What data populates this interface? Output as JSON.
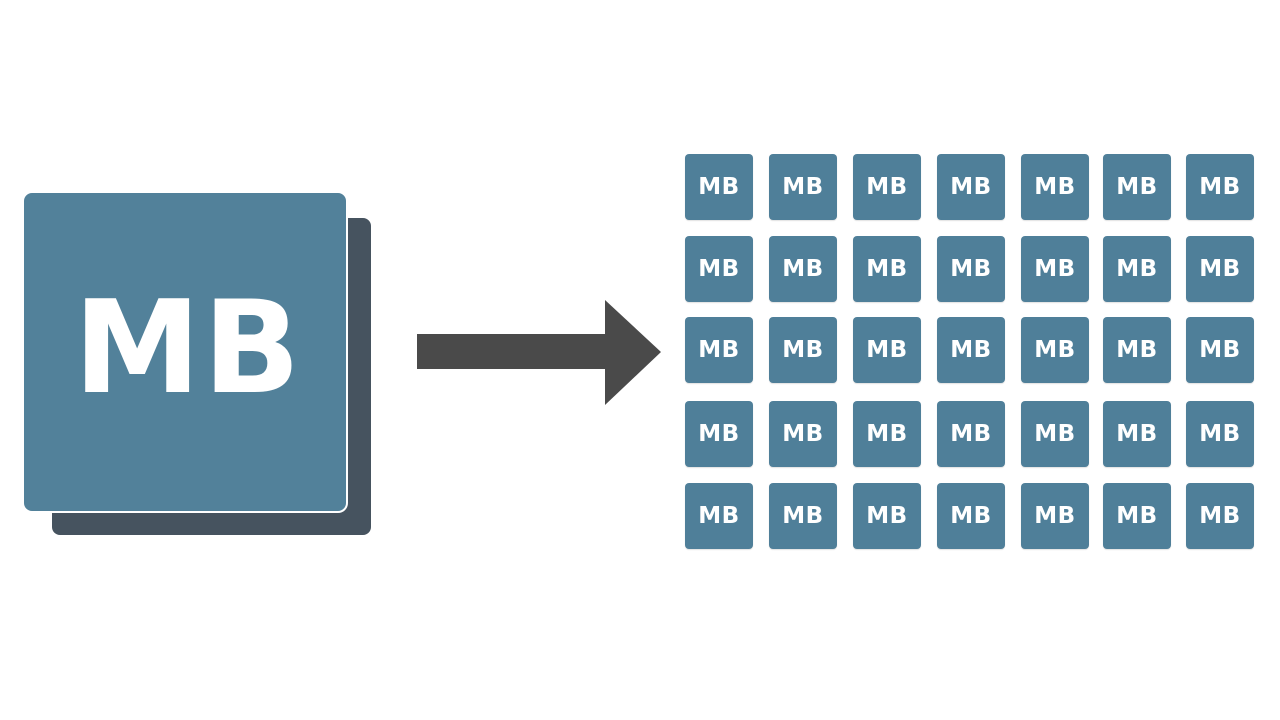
{
  "diagram": {
    "type": "one-to-many split",
    "source": {
      "label": "MB",
      "color": "#52819a",
      "shadow_color": "#46535f",
      "text_color": "#ffffff"
    },
    "arrow": {
      "direction": "right",
      "color": "#4a4a4a"
    },
    "target_grid": {
      "rows": 5,
      "columns": 7,
      "tile_label": "MB",
      "tile_color": "#4f7f99",
      "text_color": "#ffffff",
      "column_x": [
        0,
        84,
        168,
        252,
        336,
        418,
        501
      ],
      "row_y": [
        0,
        82,
        163,
        247,
        329
      ],
      "tiles": [
        [
          "MB",
          "MB",
          "MB",
          "MB",
          "MB",
          "MB",
          "MB"
        ],
        [
          "MB",
          "MB",
          "MB",
          "MB",
          "MB",
          "MB",
          "MB"
        ],
        [
          "MB",
          "MB",
          "MB",
          "MB",
          "MB",
          "MB",
          "MB"
        ],
        [
          "MB",
          "MB",
          "MB",
          "MB",
          "MB",
          "MB",
          "MB"
        ],
        [
          "MB",
          "MB",
          "MB",
          "MB",
          "MB",
          "MB",
          "MB"
        ]
      ]
    }
  }
}
